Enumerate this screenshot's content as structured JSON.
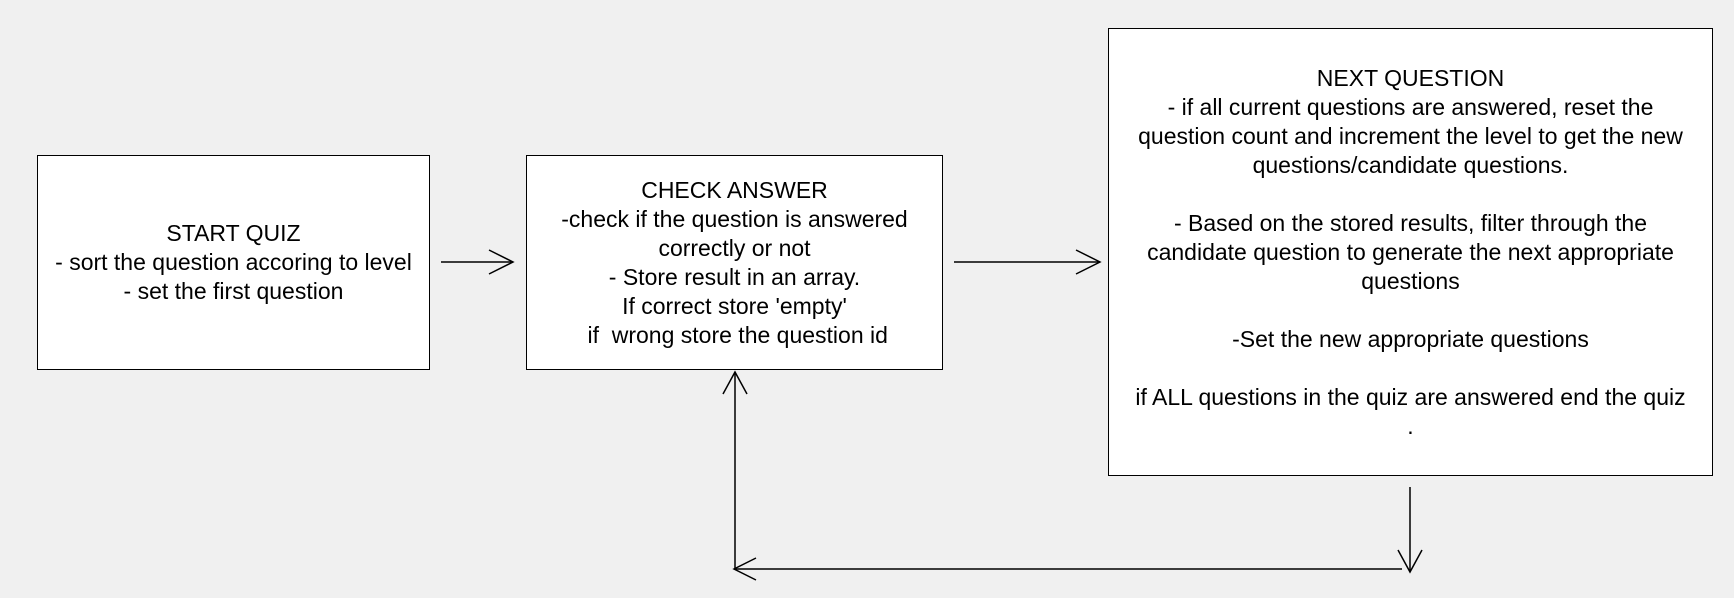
{
  "diagram": {
    "nodes": [
      {
        "id": "start-quiz",
        "lines": [
          "START QUIZ",
          "- sort the question accoring to level",
          "- set the first question"
        ]
      },
      {
        "id": "check-answer",
        "lines": [
          "CHECK ANSWER",
          "-check if the question is answered",
          "correctly or not",
          "- Store result in an array.",
          "If correct store 'empty'",
          " if  wrong store the question id"
        ]
      },
      {
        "id": "next-question",
        "lines": [
          "NEXT QUESTION",
          "- if all current questions are answered, reset the",
          "question count and increment the level to get the new",
          "questions/candidate questions.",
          "",
          "- Based on the stored results, filter through the",
          "candidate question to generate the next appropriate",
          "questions",
          "",
          "-Set the new appropriate questions",
          "",
          "if ALL questions in the quiz are answered end the quiz",
          "."
        ]
      }
    ],
    "edges": [
      {
        "from": "start-quiz",
        "to": "check-answer"
      },
      {
        "from": "check-answer",
        "to": "next-question"
      },
      {
        "from": "next-question",
        "to": "check-answer"
      }
    ]
  }
}
